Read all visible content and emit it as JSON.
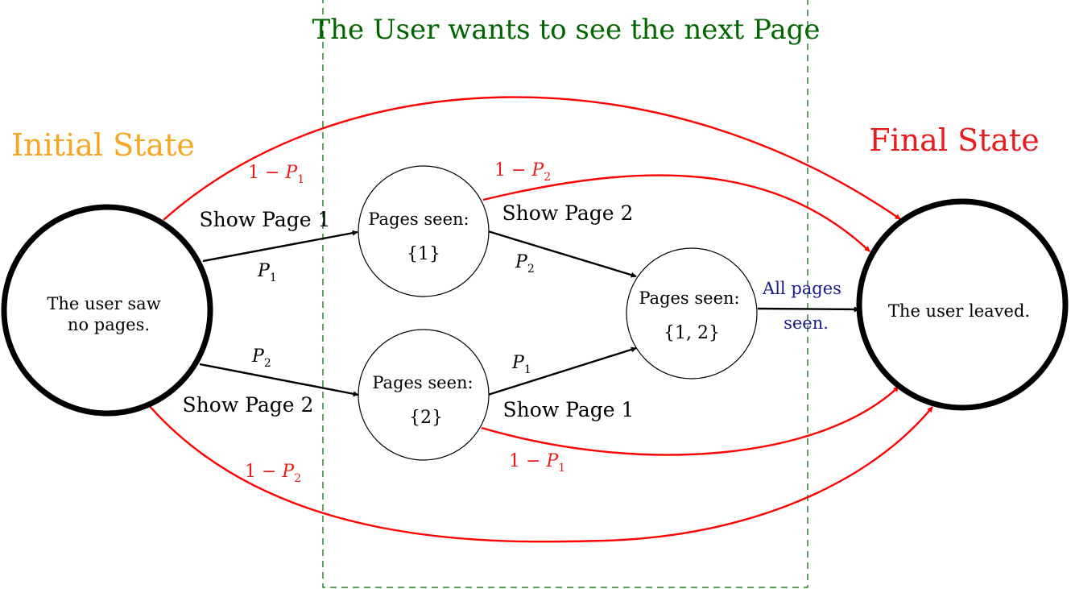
{
  "diagram": {
    "box_title": "The User wants to see the next Page",
    "initial_label": "Initial State",
    "final_label": "Final State",
    "states": {
      "start": {
        "line1": "The user saw",
        "line2": "no pages."
      },
      "seen1": {
        "line1": "Pages seen:",
        "line2": "{1}"
      },
      "seen2": {
        "line1": "Pages seen:",
        "line2": "{2}"
      },
      "seen12": {
        "line1": "Pages seen:",
        "line2": "{1, 2}"
      },
      "end": {
        "line1": "The user leaved."
      }
    },
    "transitions": {
      "start_to_seen1": {
        "action": "Show Page 1",
        "prob": "P",
        "prob_sub": "1"
      },
      "start_to_seen2": {
        "action": "Show Page 2",
        "prob": "P",
        "prob_sub": "2"
      },
      "seen1_to_seen12": {
        "action": "Show Page 2",
        "prob": "P",
        "prob_sub": "2"
      },
      "seen2_to_seen12": {
        "action": "Show Page 1",
        "prob": "P",
        "prob_sub": "1"
      },
      "seen12_to_end": {
        "line1": "All pages",
        "line2": "seen."
      },
      "start_to_end_top": {
        "prefix": "1 − ",
        "prob": "P",
        "prob_sub": "1"
      },
      "seen1_to_end": {
        "prefix": "1 − ",
        "prob": "P",
        "prob_sub": "2"
      },
      "seen2_to_end": {
        "prefix": "1 − ",
        "prob": "P",
        "prob_sub": "1"
      },
      "start_to_end_bottom": {
        "prefix": "1 − ",
        "prob": "P",
        "prob_sub": "2"
      }
    },
    "colors": {
      "box": "#006400",
      "initial": "#f5a623",
      "final": "#e81c1c",
      "leave_arrows": "#e81c1c",
      "all_pages": "#1a1a8c",
      "black": "#000000"
    }
  }
}
